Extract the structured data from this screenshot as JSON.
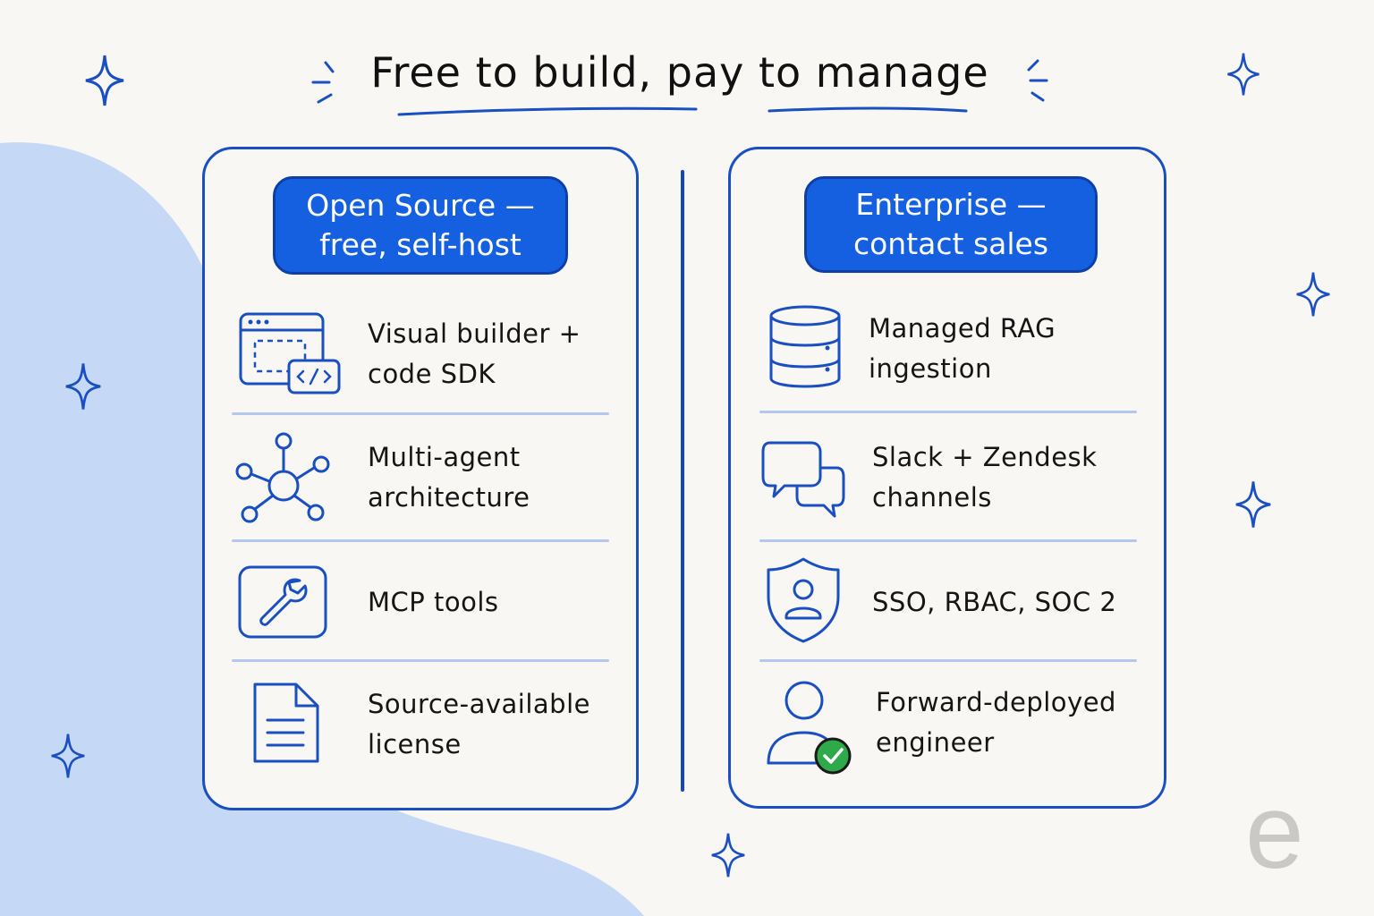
{
  "title": "Free to build, pay to manage",
  "columns": {
    "left": {
      "header": "Open Source —\nfree, self-host",
      "items": [
        {
          "label": "Visual builder +\ncode SDK",
          "icon": "visual-builder-code-icon"
        },
        {
          "label": "Multi-agent\narchitecture",
          "icon": "network-nodes-icon"
        },
        {
          "label": "MCP tools",
          "icon": "wrench-icon"
        },
        {
          "label": "Source-available\nlicense",
          "icon": "document-icon"
        }
      ]
    },
    "right": {
      "header": "Enterprise —\ncontact sales",
      "items": [
        {
          "label": "Managed RAG\ningestion",
          "icon": "database-icon"
        },
        {
          "label": "Slack + Zendesk\nchannels",
          "icon": "chat-bubbles-icon"
        },
        {
          "label": "SSO, RBAC, SOC 2",
          "icon": "shield-user-icon"
        },
        {
          "label": "Forward-deployed\nengineer",
          "icon": "verified-person-icon"
        }
      ]
    }
  },
  "colors": {
    "accent": "#1a4fc2",
    "header_fill": "#1560e0",
    "separator": "#b3c8ee",
    "background": "#f8f7f3",
    "blob": "#c5d8f6",
    "check": "#2eaa4a"
  }
}
